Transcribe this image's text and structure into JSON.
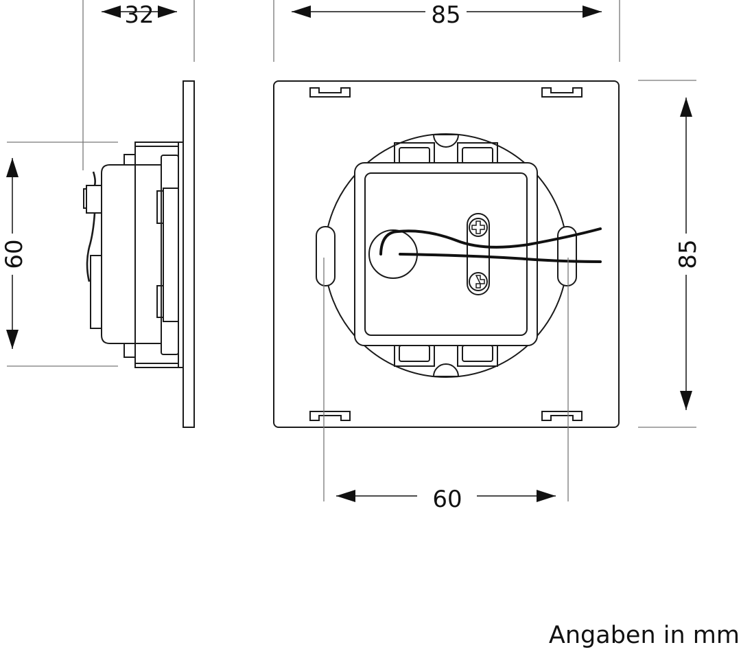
{
  "dimensions": {
    "side_depth": "32",
    "side_height": "60",
    "front_width": "85",
    "front_height": "85",
    "mount_spacing": "60"
  },
  "caption": "Angaben in mm"
}
